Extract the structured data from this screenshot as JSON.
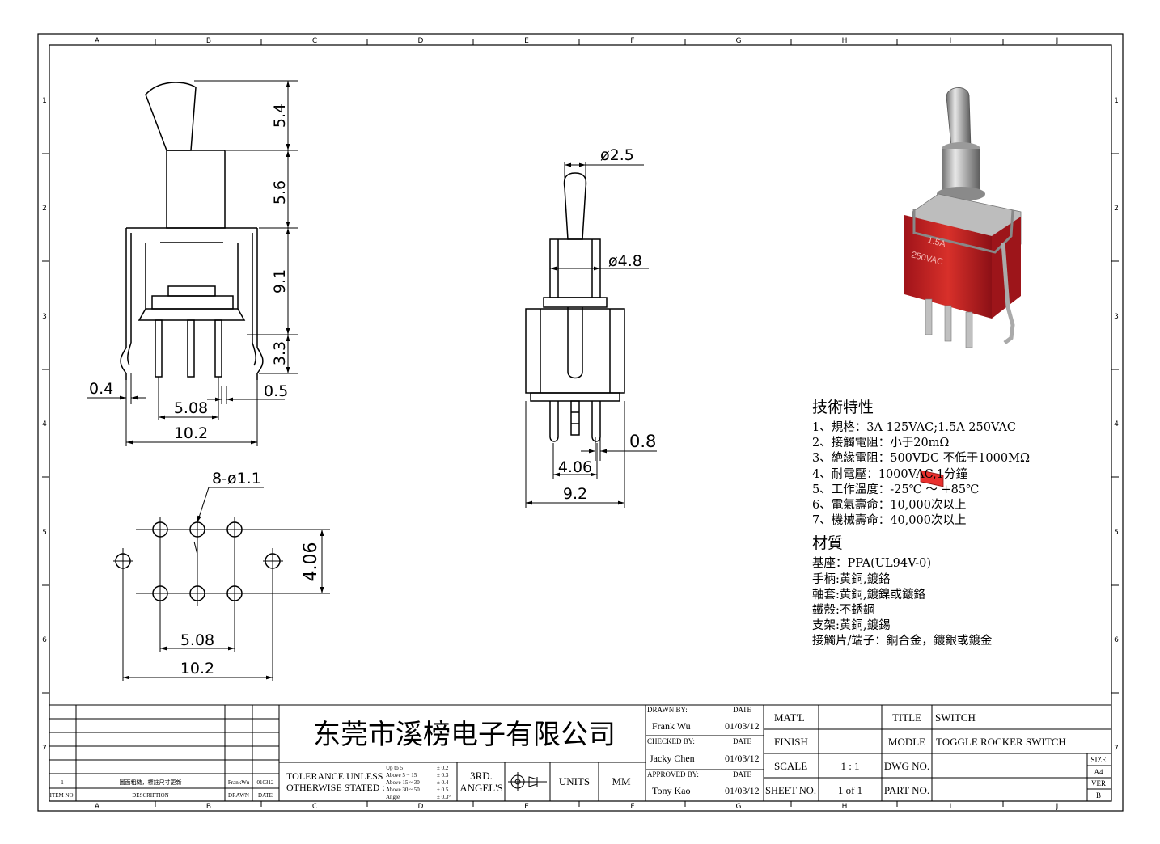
{
  "zones": {
    "cols": [
      "A",
      "B",
      "C",
      "D",
      "E",
      "F",
      "G",
      "H",
      "I",
      "J"
    ],
    "rows": [
      "1",
      "2",
      "3",
      "4",
      "5",
      "6",
      "7"
    ]
  },
  "dims": {
    "front_h1": "5.4",
    "front_h2": "5.6",
    "front_h3": "9.1",
    "front_h4": "3.3",
    "front_pin": "0.4",
    "front_pin2": "0.5",
    "front_pitch": "5.08",
    "front_width": "10.2",
    "holes": "8-ø1.1",
    "holes_pitch": "5.08",
    "holes_width": "10.2",
    "holes_row": "4.06",
    "side_bat": "ø2.5",
    "side_bush": "ø4.8",
    "side_pin": "0.8",
    "side_pitch": "4.06",
    "side_width": "9.2"
  },
  "photo": {
    "marking_1": "1.5A",
    "marking_2": "250VAC",
    "colors": {
      "housing": "#c8201e",
      "metal": "#b8b8b8"
    }
  },
  "specs": {
    "title": "技術特性",
    "items": [
      "1、規格：3A 125VAC;1.5A 250VAC",
      "2、接觸電阻：小于20mΩ",
      "3、絶緣電阻：500VDC 不低于1000MΩ",
      "4、耐電壓：1000VAC,1分鐘",
      "5、工作溫度：-25℃ ～ +85℃",
      "6、電氣壽命：10,000次以上",
      "7、機械壽命：40,000次以上"
    ],
    "material_title": "材質",
    "materials": [
      "基座：PPA(UL94V-0)",
      "手柄:黄銅,鍍鉻",
      "軸套:黄銅,鍍鎳或鍍鉻",
      "鐵殼:不銹鋼",
      "支架:黄銅,鍍錫",
      "接觸片/端子：銅合金，鍍銀或鍍金"
    ]
  },
  "title_block": {
    "company": "东莞市溪榜电子有限公司",
    "rev_item": "1",
    "rev_desc": "圖面粗糙，標註尺寸更新",
    "rev_drawn": "FrankWu",
    "rev_date": "010312",
    "h_item": "ITEM NO.",
    "h_desc": "DESCRIPTION",
    "h_drawn": "DRAWN",
    "h_date": "DATE",
    "tolerance_1": "TOLERANCE UNLESS",
    "tolerance_2": "OTHERWISE STATED :",
    "tol_rows": [
      {
        "range": "Up  to 5",
        "val": "± 0.2"
      },
      {
        "range": "Above 5   ~ 15",
        "val": "± 0.3"
      },
      {
        "range": "Above 15 ~ 30",
        "val": "± 0.4"
      },
      {
        "range": "Above 30 ~ 50",
        "val": "± 0.5"
      },
      {
        "range": "Angle",
        "val": "± 0.3°"
      }
    ],
    "angle_1": "3RD.",
    "angle_2": "ANGEL'S",
    "units_label": "UNITS",
    "units_value": "MM",
    "drawn_by": "DRAWN BY:",
    "drawn_name": "Frank Wu",
    "drawn_date": "01/03/12",
    "checked_by": "CHECKED BY:",
    "checked_name": "Jacky Chen",
    "checked_date": "01/03/12",
    "approved_by": "APPROVED BY:",
    "approved_name": "Tony Kao",
    "approved_date": "01/03/12",
    "date_label": "DATE",
    "matl_label": "MAT'L",
    "finish_label": "FINISH",
    "scale_label": "SCALE",
    "scale_value": "1 : 1",
    "sheet_label": "SHEET NO.",
    "sheet_value": "1 of 1",
    "title_label": "TITLE",
    "title_value": "SWITCH",
    "modle_label": "MODLE",
    "modle_value": "TOGGLE ROCKER SWITCH",
    "dwg_label": "DWG NO.",
    "part_label": "PART NO.",
    "size_label": "SIZE",
    "size_value": "A4",
    "ver_label": "VER",
    "ver_value": "B"
  }
}
